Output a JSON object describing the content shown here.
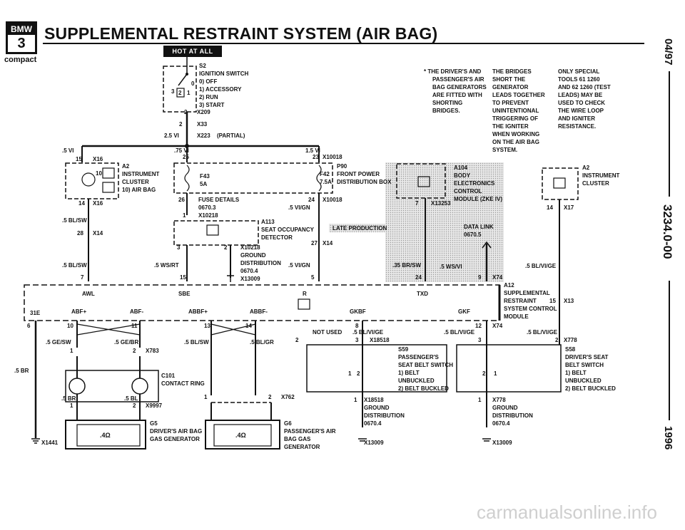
{
  "header": {
    "badge_top": "BMW",
    "badge_num": "3",
    "title": "SUPPLEMENTAL RESTRAINT SYSTEM (AIR BAG)",
    "subtitle": "compact",
    "hot_label": "HOT AT ALL TIMES"
  },
  "side": {
    "date": "04/97",
    "code": "3234.0-00",
    "year": "1996"
  },
  "watermark": "carmanualsonline.info",
  "notes": {
    "col1": [
      "* THE DRIVER'S AND",
      "PASSENGER'S AIR",
      "BAG GENERATORS",
      "ARE FITTED WITH",
      "SHORTING",
      "BRIDGES."
    ],
    "col2": [
      "THE BRIDGES",
      "SHORT THE",
      "GENERATOR",
      "LEADS TOGETHER",
      "TO PREVENT",
      "UNINTENTIONAL",
      "TRIGGERING OF",
      "THE IGNITER",
      "WHEN WORKING",
      "ON THE AIR BAG",
      "SYSTEM."
    ],
    "col3": [
      "ONLY SPECIAL",
      "TOOLS 61 1260",
      "AND 62 1260 (TEST",
      "LEADS) MAY BE",
      "USED TO CHECK",
      "THE WIRE LOOP",
      "AND IGNITER",
      "RESISTANCE."
    ]
  },
  "switch": {
    "id": "S2",
    "lines": [
      "IGNITION SWITCH",
      "0) OFF",
      "1) ACCESSORY",
      "2) RUN",
      "3) START"
    ],
    "pos0": "0",
    "pos1": "1",
    "pos2": "2",
    "pos3": "3",
    "pin2": "2",
    "conn1": "X209",
    "pin2b": "2",
    "conn2": "X33",
    "wire": "2.5 VI",
    "conn3": "X223",
    "partial": "(PARTIAL)"
  },
  "cluster_left": {
    "wire": ".5 VI",
    "pin15": "15",
    "conn": "X16",
    "id": "A2",
    "pin10": "10",
    "lines": [
      "INSTRUMENT",
      "CLUSTER",
      "10) AIR BAG"
    ],
    "pin14": "14",
    "conn14": "X16",
    "wire2": ".5 BL/SW",
    "pin28": "28",
    "conn28": "X14",
    "wire3": ".5 BL/SW",
    "pin7": "7"
  },
  "fuse": {
    "wire75": ".75 VI",
    "pin25": "25",
    "wire15": "1.5 VI",
    "pin23": "23",
    "conn": "X10018",
    "f43": "F43",
    "f43a": "5A",
    "f42": "F42",
    "f42a": "7.5A",
    "p90": "P90",
    "p90_lines": [
      "FRONT POWER",
      "DISTRIBUTION BOX"
    ],
    "pin26": "26",
    "details": "FUSE DETAILS",
    "page": "0670.3",
    "pin24": "24",
    "conn24": "X10018",
    "wire24": ".5 VI/GN",
    "pin1": "1",
    "conn1": "X10218"
  },
  "detector": {
    "id": "A113",
    "lines": [
      "SEAT OCCUPANCY",
      "DETECTOR"
    ],
    "pin3": "3",
    "pin2": "2",
    "conn2": "X10218",
    "pin27": "27",
    "conn27": "X14",
    "gnd_lines": [
      "GROUND",
      "DISTRIBUTION",
      "0670.4"
    ],
    "gnd_conn": "X13009",
    "wire_ws": ".5 WS/RT",
    "pin15": "15",
    "wire_vi": ".5 VI/GN",
    "pin5": "5"
  },
  "late": "LATE PRODUCTION",
  "gm": {
    "id": "A104",
    "lines": [
      "BODY",
      "ELECTRONICS",
      "CONTROL",
      "MODULE (ZKE IV)"
    ],
    "pin7": "7",
    "conn": "X13253",
    "wire": ".35 BR/SW",
    "pin24": "24",
    "link": "DATA LINK",
    "link_page": "0670.5"
  },
  "cluster_right": {
    "id": "A2",
    "lines": [
      "INSTRUMENT",
      "CLUSTER"
    ],
    "pin14": "14",
    "conn": "X17",
    "wire": ".5 BL/VI/GE"
  },
  "module": {
    "wire_ws": ".5 WS/VI",
    "pin9": "9",
    "conn": "X74",
    "id": "A12",
    "lines": [
      "SUPPLEMENTAL",
      "RESTRAINT",
      "SYSTEM CONTROL",
      "MODULE"
    ],
    "pin15": "15",
    "conn15": "X13",
    "t_awl": "AWL",
    "t_sbe": "SBE",
    "t_r": "R",
    "t_txd": "TXD",
    "t_31e": "31E",
    "t_abfp": "ABF+",
    "t_abfm": "ABF-",
    "t_abbfp": "ABBF+",
    "t_abbfm": "ABBF-",
    "t_gkbf": "GKBF",
    "t_gkf": "GKF",
    "p6": "6",
    "p10": "10",
    "p11": "11",
    "p13": "13",
    "p14": "14",
    "p8": "8",
    "p12": "12",
    "conn12": "X74"
  },
  "lower": {
    "w_gesw": ".5 GE/SW",
    "w_gebr": ".5 GE/BR",
    "w_blsw": ".5 BL/SW",
    "w_blgr": ".5 BL/GR",
    "pin1": "1",
    "pin2": "2",
    "conn783": "X783",
    "w_5br": ".5 BR",
    "c101": "C101",
    "c101b": "CONTACT RING",
    "w_5br2": ".5 BR",
    "w_5bl": ".5 BL",
    "pin1b": "1",
    "pin2b": "2",
    "conn9997": "X9997",
    "pin1c": "1",
    "pin2c": "2",
    "conn762": "X762",
    "g5": "G5",
    "g5_lines": [
      "DRIVER'S AIR BAG",
      "GAS GENERATOR"
    ],
    "ohm": ".4Ω",
    "ohm2": ".4Ω",
    "g6": "G6",
    "g6_lines": [
      "PASSENGER'S AIR",
      "BAG GAS",
      "GENERATOR"
    ],
    "gnd_left": "X1441",
    "notused": "NOT USED",
    "w_blvige": ".5 BL/VI/GE",
    "pin2n": "2",
    "pin3n": "3",
    "conn18518": "X18518",
    "s59": "S59",
    "s59_lines": [
      "PASSENGER'S",
      "SEAT BELT SWITCH",
      "1)  BELT",
      "     UNBUCKLED",
      "2)  BELT BUCKLED"
    ],
    "s59_p1": "1",
    "s59_p2": "2",
    "gnd_mid_pin": "1",
    "gnd_mid_conn": "X18518",
    "gnd_mid_lines": [
      "GROUND",
      "DISTRIBUTION",
      "0670.4"
    ],
    "gnd_mid_x": "X13009",
    "w_blvige2": ".5 BL/VI/GE",
    "pin3r": "3",
    "w_blvige3": ".5 BL/VI/GE",
    "pin2r": "2",
    "conn778": "X778",
    "s58": "S58",
    "s58_lines": [
      "DRIVER'S SEAT",
      "BELT SWITCH",
      "1)  BELT",
      "     UNBUCKLED",
      "2)  BELT BUCKLED"
    ],
    "s58_p1": "1",
    "s58_p2": "2",
    "gnd_r_pin": "1",
    "gnd_r_conn": "X778",
    "gnd_r_lines": [
      "GROUND",
      "DISTRIBUTION",
      "0670.4"
    ],
    "gnd_r_x": "X13009"
  }
}
